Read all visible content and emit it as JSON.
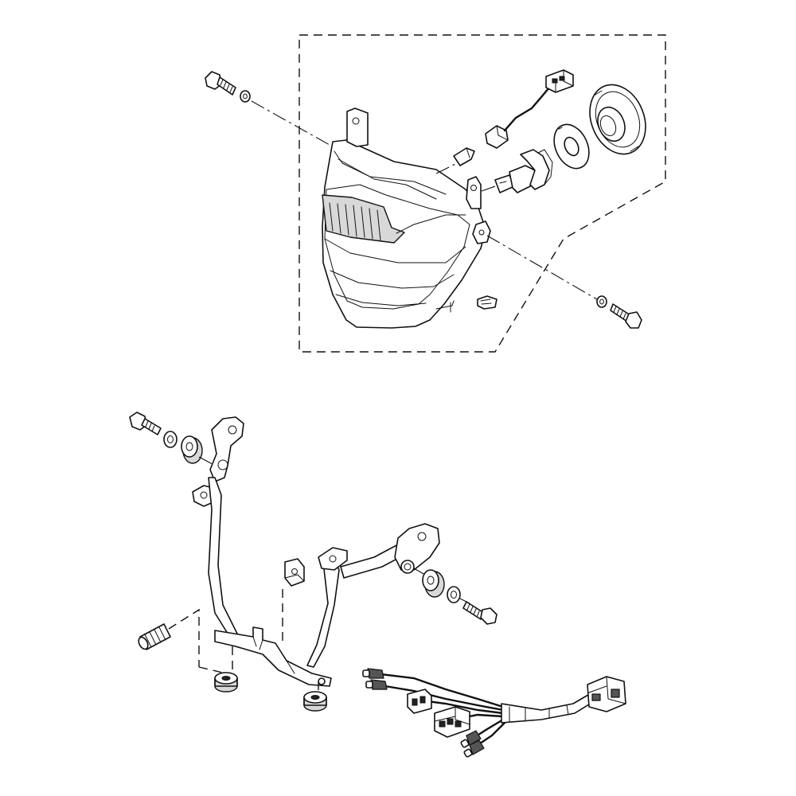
{
  "diagram": {
    "type": "exploded-parts-diagram",
    "groups": [
      "headlight-assembly",
      "headlight-stay",
      "wire-sub-lead"
    ],
    "colors": {
      "line": "#111111",
      "background": "#ffffff",
      "shade": "#d8d8d8"
    }
  }
}
